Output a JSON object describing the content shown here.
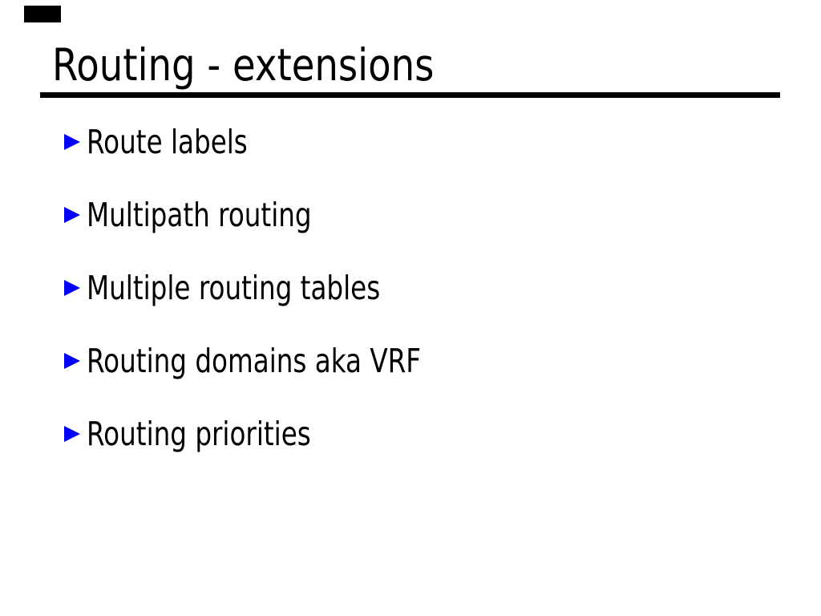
{
  "slide": {
    "title": "Routing - extensions",
    "bullets": [
      {
        "label": "Route labels"
      },
      {
        "label": "Multipath routing"
      },
      {
        "label": "Multiple routing tables"
      },
      {
        "label": "Routing domains aka VRF"
      },
      {
        "label": "Routing priorities"
      }
    ],
    "layout": {
      "bullet_row_top_start": 153,
      "bullet_row_spacing": 91
    },
    "colors": {
      "background": "#ffffff",
      "text": "#000000",
      "rule": "#000000",
      "bullet": "#0000ff",
      "marker": "#000000"
    }
  }
}
